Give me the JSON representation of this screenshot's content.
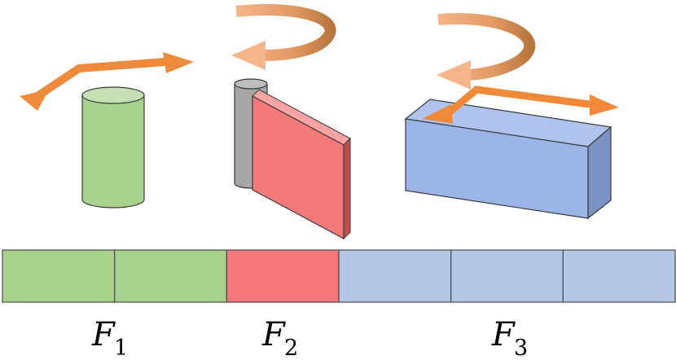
{
  "colors": {
    "green_fill": "#a9d18e",
    "green_top": "#c5e0b4",
    "red_fill": "#f47a7a",
    "red_side": "#c0504d",
    "red_top": "#f9a3a3",
    "blue_fill": "#9bb5e8",
    "blue_side": "#7a93c4",
    "blue_top": "#aec4ef",
    "blue_bar": "#b4c7e7",
    "gray_hinge": "#a6a6a6",
    "orange_arrow": "#f4a261",
    "orange_arrow_strong": "#f28c28",
    "brown_arrow": "#c8824a"
  },
  "bar": {
    "segments": [
      {
        "group": "F1",
        "color": "#a9d18e"
      },
      {
        "group": "F1",
        "color": "#a9d18e"
      },
      {
        "group": "F2",
        "color": "#f4777a"
      },
      {
        "group": "F3",
        "color": "#b4c7e7"
      },
      {
        "group": "F3",
        "color": "#b4c7e7"
      },
      {
        "group": "F3",
        "color": "#b4c7e7"
      }
    ]
  },
  "labels": {
    "f1": {
      "main": "F",
      "sub": "1"
    },
    "f2": {
      "main": "F",
      "sub": "2"
    },
    "f3": {
      "main": "F",
      "sub": "3"
    }
  }
}
